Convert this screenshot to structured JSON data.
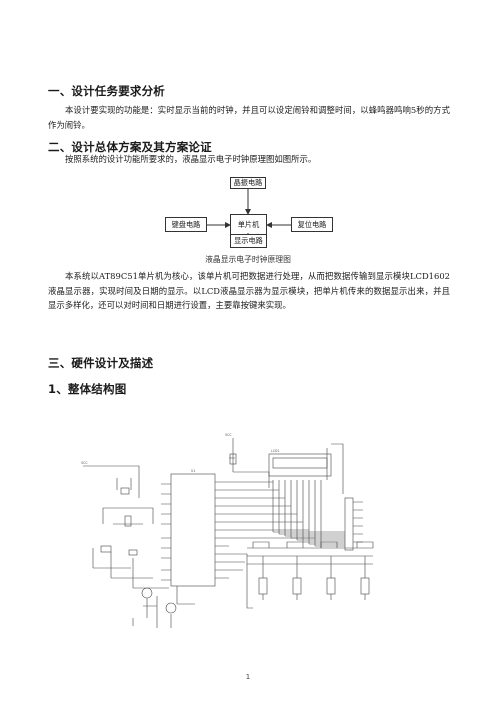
{
  "section1": {
    "heading": "一、设计任务要求分析",
    "para": "本设计要实现的功能是：实时显示当前的时钟，并且可以设定闹铃和调整时间，以蜂鸣器鸣响5秒的方式作为闹铃。"
  },
  "section2": {
    "heading": "二、设计总体方案及其方案论证",
    "intro": "按照系统的设计功能所要求的，液晶显示电子时钟原理图如图所示。",
    "diagram": {
      "top": "晶振电路",
      "left": "键盘电路",
      "center": "单片机",
      "right": "复位电路",
      "bottom": "显示电路",
      "caption": "液晶显示电子时钟原理图"
    },
    "para": "本系统以AT89C51单片机为核心，该单片机可把数据进行处理，从而把数据传输到显示模块LCD1602液晶显示器，实现时间及日期的显示。以LCD液晶显示器为显示模块，把单片机传来的数据显示出来，并且显示多样化，还可以对时间和日期进行设置，主要靠按键来实现。"
  },
  "section3": {
    "heading": "三、硬件设计及描述",
    "sub_heading": "1、整体结构图"
  },
  "page_number": "1",
  "colors": {
    "text": "#1a1a1a",
    "line": "#333333"
  }
}
